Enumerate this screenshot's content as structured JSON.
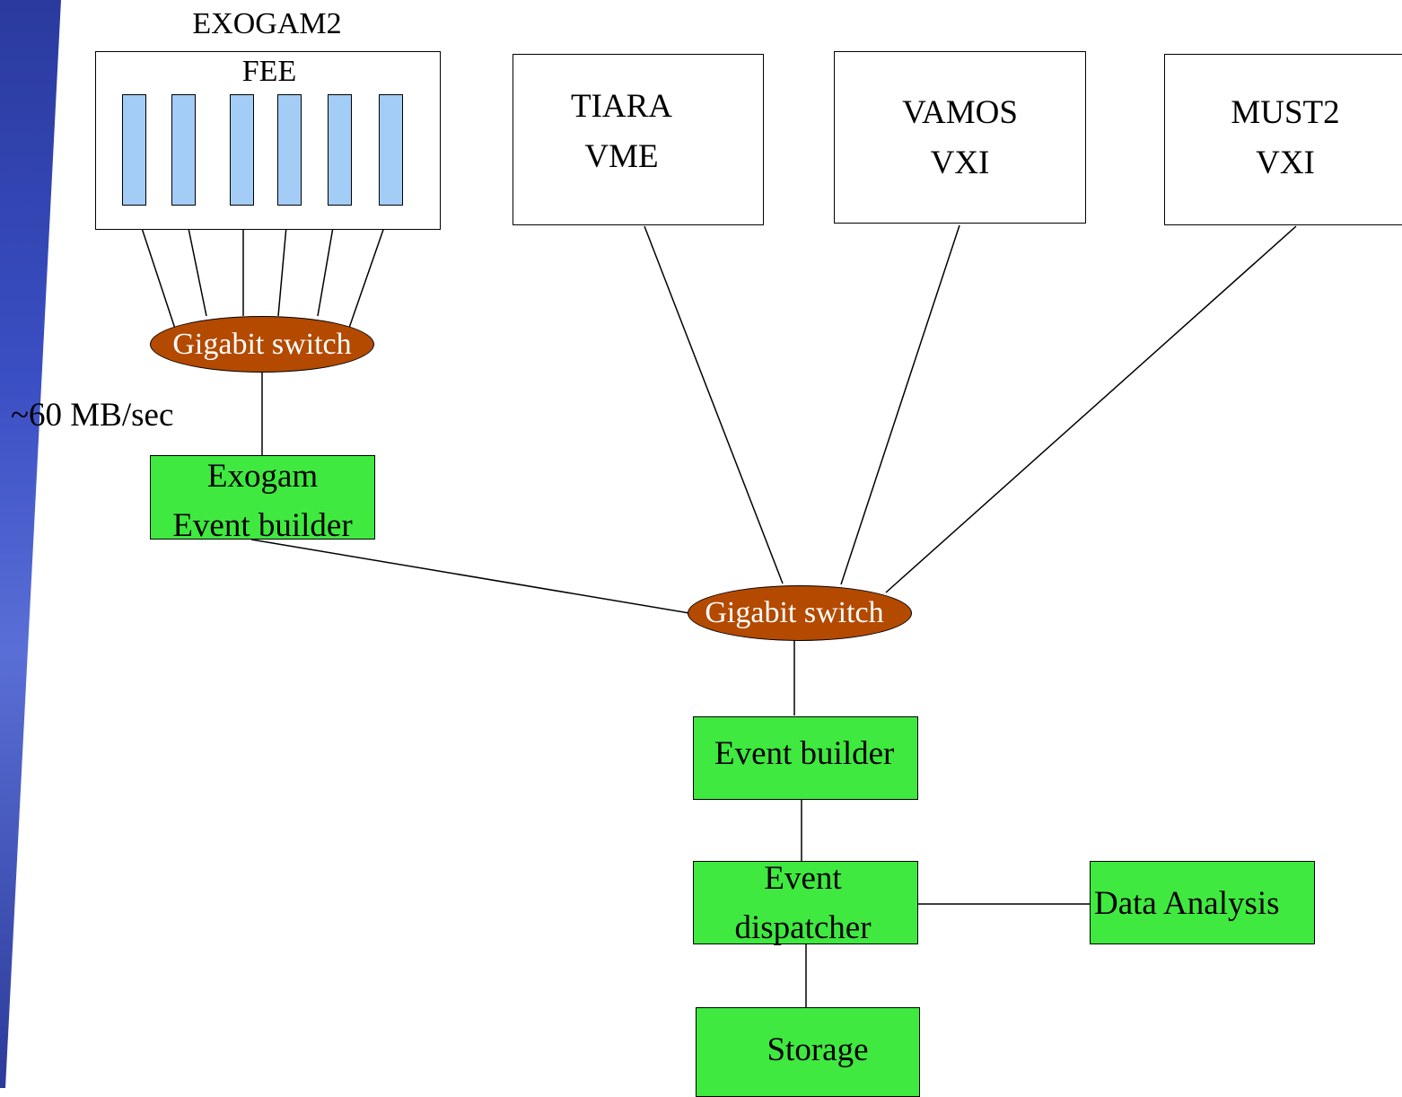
{
  "exogam": {
    "title": "EXOGAM2",
    "fee_label": "FEE",
    "switch_label": "Gigabit switch",
    "rate_label": "~60 MB/sec",
    "event_builder_line1": "Exogam",
    "event_builder_line2": "Event builder",
    "fee_channel_count": 6
  },
  "detectors": [
    {
      "line1": "TIARA",
      "line2": "VME"
    },
    {
      "line1": "VAMOS",
      "line2": "VXI"
    },
    {
      "line1": "MUST2",
      "line2": "VXI"
    }
  ],
  "main_switch_label": "Gigabit switch",
  "event_builder_label": "Event builder",
  "event_dispatcher_line1": "Event",
  "event_dispatcher_line2": "dispatcher",
  "data_analysis_label": "Data Analysis",
  "storage_label": "Storage",
  "colors": {
    "processing_box": "#3fe93f",
    "switch": "#b34a00",
    "fee_channel": "#a3cdf7",
    "background_stripe": "#3b4fc4"
  }
}
